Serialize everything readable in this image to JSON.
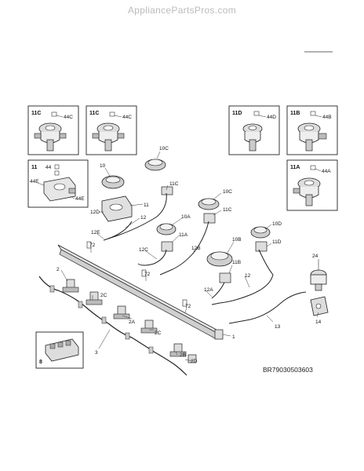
{
  "site": {
    "watermark": "AppliancePartsPros.com"
  },
  "diagram": {
    "reference_code": "BR79030503603",
    "insets": [
      {
        "id": "11c-a",
        "title": "11C",
        "part": "44C"
      },
      {
        "id": "11c-b",
        "title": "11C",
        "part": "44C"
      },
      {
        "id": "11d",
        "title": "11D",
        "part": "44D"
      },
      {
        "id": "11b",
        "title": "11B",
        "part": "44B"
      },
      {
        "id": "11",
        "title": "11",
        "parts": [
          "44",
          "44E",
          "44E"
        ]
      },
      {
        "id": "11a",
        "title": "11A",
        "part": "44A"
      },
      {
        "id": "8",
        "title": "8"
      }
    ],
    "callouts": {
      "c10C_1": "10C",
      "c10": "10",
      "c11C_1": "11C",
      "c11": "11",
      "c12D": "12D",
      "c12_1": "12",
      "c12E": "12E",
      "c10A": "10A",
      "c72_1": "72",
      "c11A": "11A",
      "c12C": "12C",
      "c72_2": "72",
      "c12B": "12B",
      "c10C_2": "10C",
      "c11C_2": "11C",
      "c10B": "10B",
      "c10D": "10D",
      "c11D": "11D",
      "c24": "24",
      "c11B": "11B",
      "c12_2": "12",
      "c12A": "12A",
      "c72_3": "72",
      "c2": "2",
      "c2C_1": "2C",
      "c2A": "2A",
      "c2C_2": "2C",
      "c3": "3",
      "c2B": "2B",
      "c2D": "2D",
      "c1": "1",
      "c13": "13",
      "c14": "14"
    }
  }
}
